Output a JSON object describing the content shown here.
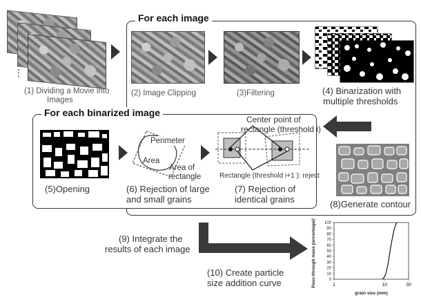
{
  "outer_section": {
    "title": "For each image"
  },
  "inner_section": {
    "title": "For each binarized image"
  },
  "steps": {
    "s1": "(1) Dividing a Movie into",
    "s1b": "Images",
    "s2": "(2) Image Clipping",
    "s3": "(3)Filtering",
    "s4": "(4) Binarization with",
    "s4b": "multiple thresholds",
    "s5": "(5)Opening",
    "s6": "(6) Rejection of large",
    "s6b": "and small grains",
    "s7": "(7) Rejection of",
    "s7b": "identical grains",
    "s8": "(8)Generate contour",
    "s9": "(9) Integrate the",
    "s9b": "results of each image",
    "s10": "(10) Create particle",
    "s10b": "size addition curve"
  },
  "grain_diagram": {
    "perimeter": "Perimeter",
    "area": "Area",
    "area_of_rect": "Area of",
    "area_of_rect_b": "rectangle"
  },
  "identical_diagram": {
    "center_label": "Center point of",
    "center_label_b": "rectangle (threshold i)",
    "reject_label": "Rectangle (threshold i+1 ): reject"
  },
  "chart_data": {
    "type": "line",
    "xlabel": "grain size (mm)",
    "ylabel": "Pass-through mass percentage(%)",
    "x_scale": "log",
    "xlim": [
      1,
      30
    ],
    "ylim": [
      0,
      100
    ],
    "xticks": [
      "1",
      "10",
      "30"
    ],
    "yticks": [
      "0",
      "10",
      "20",
      "30",
      "40",
      "50",
      "60",
      "70",
      "80",
      "90",
      "100"
    ],
    "series": [
      {
        "x": [
          9.0,
          9.6,
          10.2,
          10.8,
          11.3,
          11.8,
          12.2,
          12.6,
          13.0,
          13.5,
          14.0,
          14.6,
          15.2,
          15.8,
          16.5,
          17.2,
          17.8
        ],
        "y": [
          0,
          2,
          6,
          12,
          20,
          28,
          36,
          44,
          52,
          60,
          68,
          76,
          84,
          90,
          95,
          99,
          100
        ]
      }
    ]
  }
}
